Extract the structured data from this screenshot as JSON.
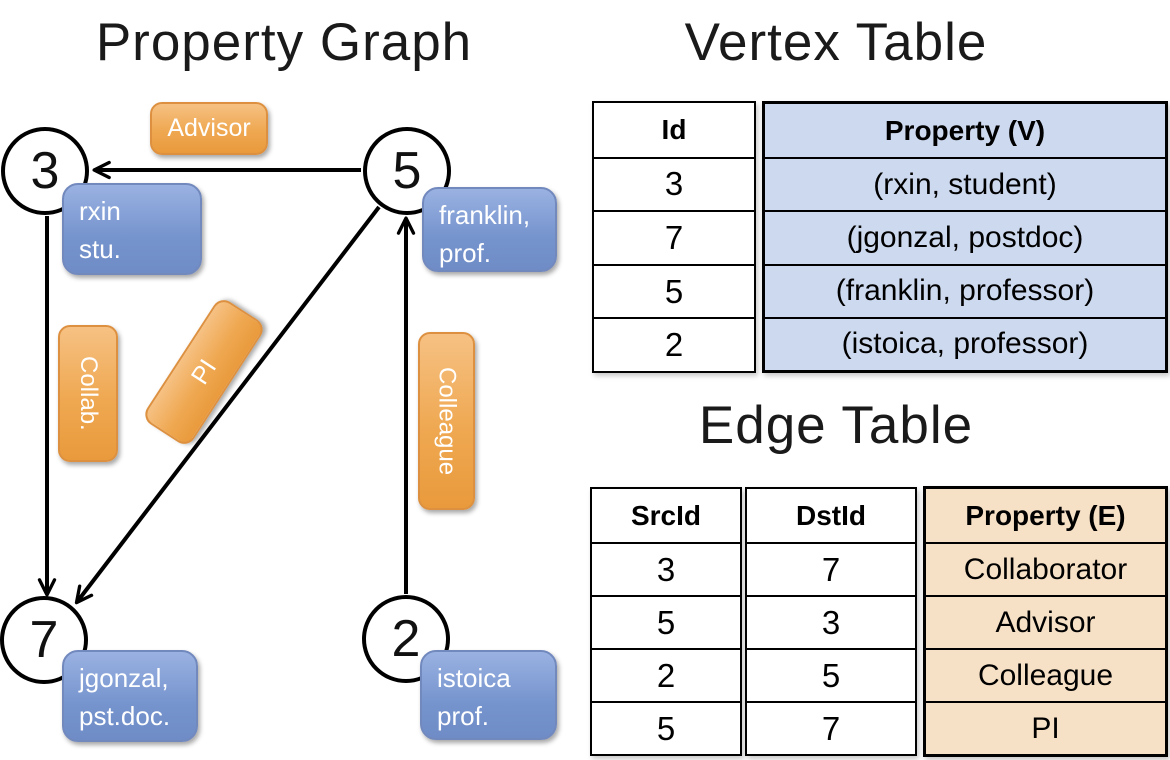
{
  "graph": {
    "title": "Property Graph",
    "nodes": [
      {
        "id": "3",
        "label_line1": "rxin",
        "label_line2": "stu."
      },
      {
        "id": "5",
        "label_line1": "franklin,",
        "label_line2": "prof."
      },
      {
        "id": "7",
        "label_line1": "jgonzal,",
        "label_line2": "pst.doc."
      },
      {
        "id": "2",
        "label_line1": "istoica",
        "label_line2": "prof."
      }
    ],
    "edges": [
      {
        "label": "Advisor"
      },
      {
        "label": "Collab."
      },
      {
        "label": "PI"
      },
      {
        "label": "Colleague"
      }
    ]
  },
  "vertex_table": {
    "title": "Vertex Table",
    "headers": {
      "id": "Id",
      "property": "Property (V)"
    },
    "rows": [
      {
        "id": "3",
        "property": "(rxin, student)"
      },
      {
        "id": "7",
        "property": "(jgonzal, postdoc)"
      },
      {
        "id": "5",
        "property": "(franklin, professor)"
      },
      {
        "id": "2",
        "property": "(istoica, professor)"
      }
    ]
  },
  "edge_table": {
    "title": "Edge Table",
    "headers": {
      "src": "SrcId",
      "dst": "DstId",
      "property": "Property (E)"
    },
    "rows": [
      {
        "src": "3",
        "dst": "7",
        "property": "Collaborator"
      },
      {
        "src": "5",
        "dst": "3",
        "property": "Advisor"
      },
      {
        "src": "2",
        "dst": "5",
        "property": "Colleague"
      },
      {
        "src": "5",
        "dst": "7",
        "property": "PI"
      }
    ]
  },
  "colors": {
    "edge_label_fill": "#EFA851",
    "vertex_label_fill": "#7593CD",
    "vertex_property_bg": "#CDD9EE",
    "edge_property_bg": "#F7E1C6",
    "line": "#000000"
  }
}
